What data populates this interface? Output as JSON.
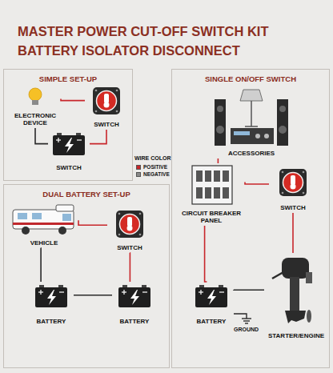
{
  "diagram": {
    "title": "MASTER POWER CUT-OFF SWITCH KIT BATTERY ISOLATOR DISCONNECT",
    "nodes": [
      {
        "text": [
          "SIMPLE SET-UP"
        ]
      },
      {
        "text": [
          "ELECTRONIC DEVICE"
        ],
        "in": 0
      },
      {
        "text": [
          "SWITCH"
        ],
        "in": 0
      },
      {
        "text": [
          "SWITCH"
        ],
        "in": 0
      },
      {
        "text": [
          "SINGLE ON/OFF SWITCH"
        ]
      },
      {
        "text": [
          "ACCESSORIES"
        ],
        "in": 4
      },
      {
        "text": [
          "CIRCUIT BREAKER PANEL"
        ],
        "in": 4
      },
      {
        "text": [
          "SWITCH"
        ],
        "in": 4
      },
      {
        "text": [
          "BATTERY"
        ],
        "in": 4
      },
      {
        "text": [
          "STARTER/ENGINE"
        ],
        "in": 4
      },
      {
        "text": [
          "DUAL BATTERY SET-UP"
        ]
      },
      {
        "text": [
          "VEHICLE"
        ],
        "in": 10
      },
      {
        "text": [
          "SWITCH"
        ],
        "in": 10
      },
      {
        "text": [
          "BATTERY"
        ],
        "in": 10
      },
      {
        "text": [
          "BATTERY"
        ],
        "in": 10
      }
    ],
    "edges": [
      {
        "from": 1,
        "to": 2,
        "arrow": "none"
      },
      {
        "from": 2,
        "to": 3,
        "arrow": "none"
      },
      {
        "from": 1,
        "to": 3,
        "arrow": "none"
      },
      {
        "from": 5,
        "to": 6,
        "arrow": "none"
      },
      {
        "from": 6,
        "to": 7,
        "arrow": "none"
      },
      {
        "from": 7,
        "to": 9,
        "arrow": "none"
      },
      {
        "from": 8,
        "to": 6,
        "arrow": "none"
      },
      {
        "from": 8,
        "to": 9,
        "arrow": "none"
      },
      {
        "from": 11,
        "to": 12,
        "arrow": "none"
      },
      {
        "from": 12,
        "to": 14,
        "arrow": "none"
      },
      {
        "from": 13,
        "to": 14,
        "arrow": "none"
      },
      {
        "from": 11,
        "to": 13,
        "arrow": "none"
      }
    ],
    "labels": [
      "WIRE COLOR",
      "GROUND"
    ],
    "legend": [
      {
        "text": "POSITIVE",
        "color": "#c8262b"
      },
      {
        "text": "NEGATIVE",
        "color": "#8a8a8a"
      }
    ]
  }
}
